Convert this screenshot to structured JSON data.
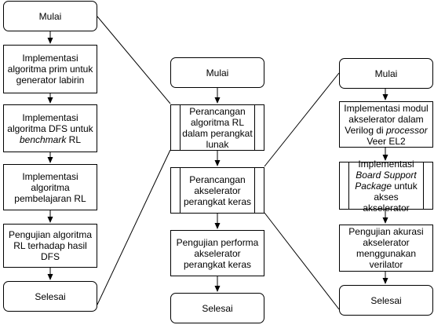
{
  "left": {
    "start": "Mulai",
    "steps": [
      {
        "parts": [
          {
            "t": "Implementasi algoritma prim untuk generator labirin"
          }
        ]
      },
      {
        "parts": [
          {
            "t": "Implementasi algoritma DFS untuk "
          },
          {
            "t": "benchmark",
            "i": true
          },
          {
            "t": " RL"
          }
        ]
      },
      {
        "parts": [
          {
            "t": "Implementasi algoritma pembelajaran RL"
          }
        ]
      },
      {
        "parts": [
          {
            "t": "Pengujian algoritma RL terhadap hasil DFS"
          }
        ]
      }
    ],
    "end": "Selesai"
  },
  "middle": {
    "start": "Mulai",
    "steps": [
      {
        "parts": [
          {
            "t": "Perancangan algoritma RL dalam perangkat lunak"
          }
        ]
      },
      {
        "parts": [
          {
            "t": "Perancangan akselerator perangkat keras"
          }
        ]
      },
      {
        "parts": [
          {
            "t": "Pengujian performa akselerator perangkat keras"
          }
        ]
      }
    ],
    "end": "Selesai"
  },
  "right": {
    "start": "Mulai",
    "steps": [
      {
        "parts": [
          {
            "t": "Implementasi modul akselerator dalam Verilog di "
          },
          {
            "t": "processor",
            "i": true
          },
          {
            "t": " Veer EL2"
          }
        ]
      },
      {
        "parts": [
          {
            "t": "Implementasi "
          },
          {
            "t": "Board Support Package",
            "i": true
          },
          {
            "t": " untuk akses akselerator"
          }
        ]
      },
      {
        "parts": [
          {
            "t": "Pengujian akurasi akselerator menggunakan verilator"
          }
        ]
      }
    ],
    "end": "Selesai"
  }
}
